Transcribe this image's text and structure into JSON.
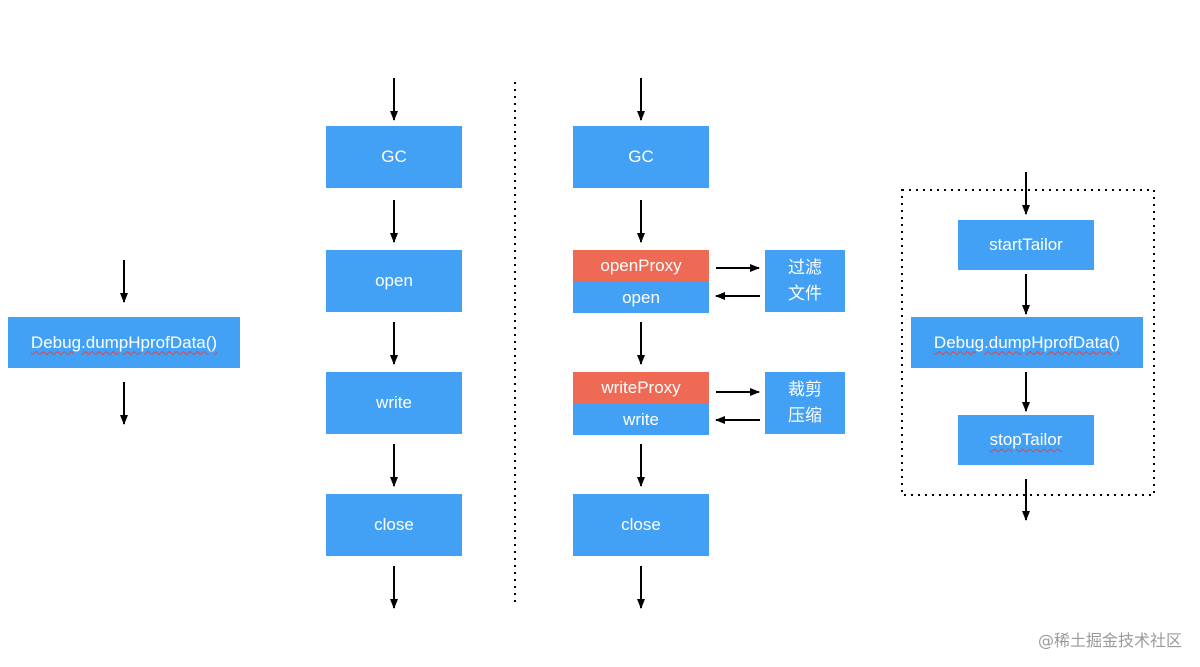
{
  "colors": {
    "primary": "#42a0f5",
    "proxy": "#ee6a55",
    "arrow": "#000000"
  },
  "col1": {
    "dump": "Debug.dumpHprofData()"
  },
  "col2": {
    "gc": "GC",
    "open": "open",
    "write": "write",
    "close": "close"
  },
  "col3": {
    "gc": "GC",
    "open_proxy": "openProxy",
    "open": "open",
    "filter_line1": "过滤",
    "filter_line2": "文件",
    "write_proxy": "writeProxy",
    "write": "write",
    "crop_line1": "裁剪",
    "crop_line2": "压缩",
    "close": "close"
  },
  "col4": {
    "start": "startTailor",
    "dump": "Debug.dumpHprofData()",
    "stop": "stopTailor"
  },
  "watermark": "@稀土掘金技术社区"
}
